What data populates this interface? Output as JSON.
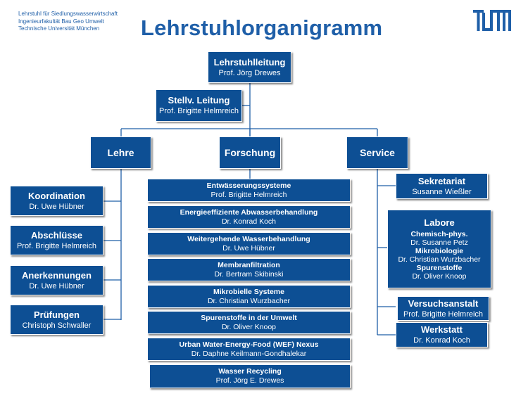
{
  "header": {
    "line1": "Lehrstuhl für Siedlungswasserwirtschaft",
    "line2": "Ingenieurfakultät Bau Geo Umwelt",
    "line3": "Technische Universität München"
  },
  "title": "Lehrstuhlorganigramm",
  "logo": {
    "icon": "tum-logo",
    "color": "#1f5fa8"
  },
  "colors": {
    "box": "#0d4f94",
    "line": "#1f5fa8"
  },
  "top": {
    "role": "Lehrstuhlleitung",
    "person": "Prof. Jörg Drewes"
  },
  "deputy": {
    "role": "Stellv. Leitung",
    "person": "Prof. Brigitte Helmreich"
  },
  "branches": {
    "lehre": "Lehre",
    "forschung": "Forschung",
    "service": "Service"
  },
  "lehre_items": [
    {
      "role": "Koordination",
      "person": "Dr. Uwe Hübner"
    },
    {
      "role": "Abschlüsse",
      "person": "Prof. Brigitte Helmreich"
    },
    {
      "role": "Anerkennungen",
      "person": "Dr. Uwe Hübner"
    },
    {
      "role": "Prüfungen",
      "person": "Christoph Schwaller"
    }
  ],
  "research_items": [
    {
      "role": "Entwässerungssysteme",
      "person": "Prof. Brigitte Helmreich"
    },
    {
      "role": "Energieeffiziente Abwasserbehandlung",
      "person": "Dr. Konrad Koch"
    },
    {
      "role": "Weitergehende Wasserbehandlung",
      "person": "Dr. Uwe Hübner"
    },
    {
      "role": "Membranfiltration",
      "person": "Dr. Bertram Skibinski"
    },
    {
      "role": "Mikrobielle Systeme",
      "person": "Dr. Christian Wurzbacher"
    },
    {
      "role": "Spurenstoffe in der Umwelt",
      "person": "Dr. Oliver Knoop"
    },
    {
      "role": "Urban Water-Energy-Food (WEF) Nexus",
      "person": "Dr. Daphne Keilmann-Gondhalekar"
    },
    {
      "role": "Wasser Recycling",
      "person": "Prof. Jörg E. Drewes"
    }
  ],
  "service": {
    "sekretariat": {
      "role": "Sekretariat",
      "person": "Susanne Wießler"
    },
    "labore": {
      "title": "Labore",
      "groups": [
        {
          "role": "Chemisch-phys.",
          "person": "Dr. Susanne Petz"
        },
        {
          "role": "Mikrobiologie",
          "person": "Dr. Christian Wurzbacher"
        },
        {
          "role": "Spurenstoffe",
          "person": "Dr. Oliver Knoop"
        }
      ]
    },
    "versuchsanstalt": {
      "role": "Versuchsanstalt",
      "person": "Prof. Brigitte Helmreich"
    },
    "werkstatt": {
      "role": "Werkstatt",
      "person": "Dr. Konrad Koch"
    }
  }
}
